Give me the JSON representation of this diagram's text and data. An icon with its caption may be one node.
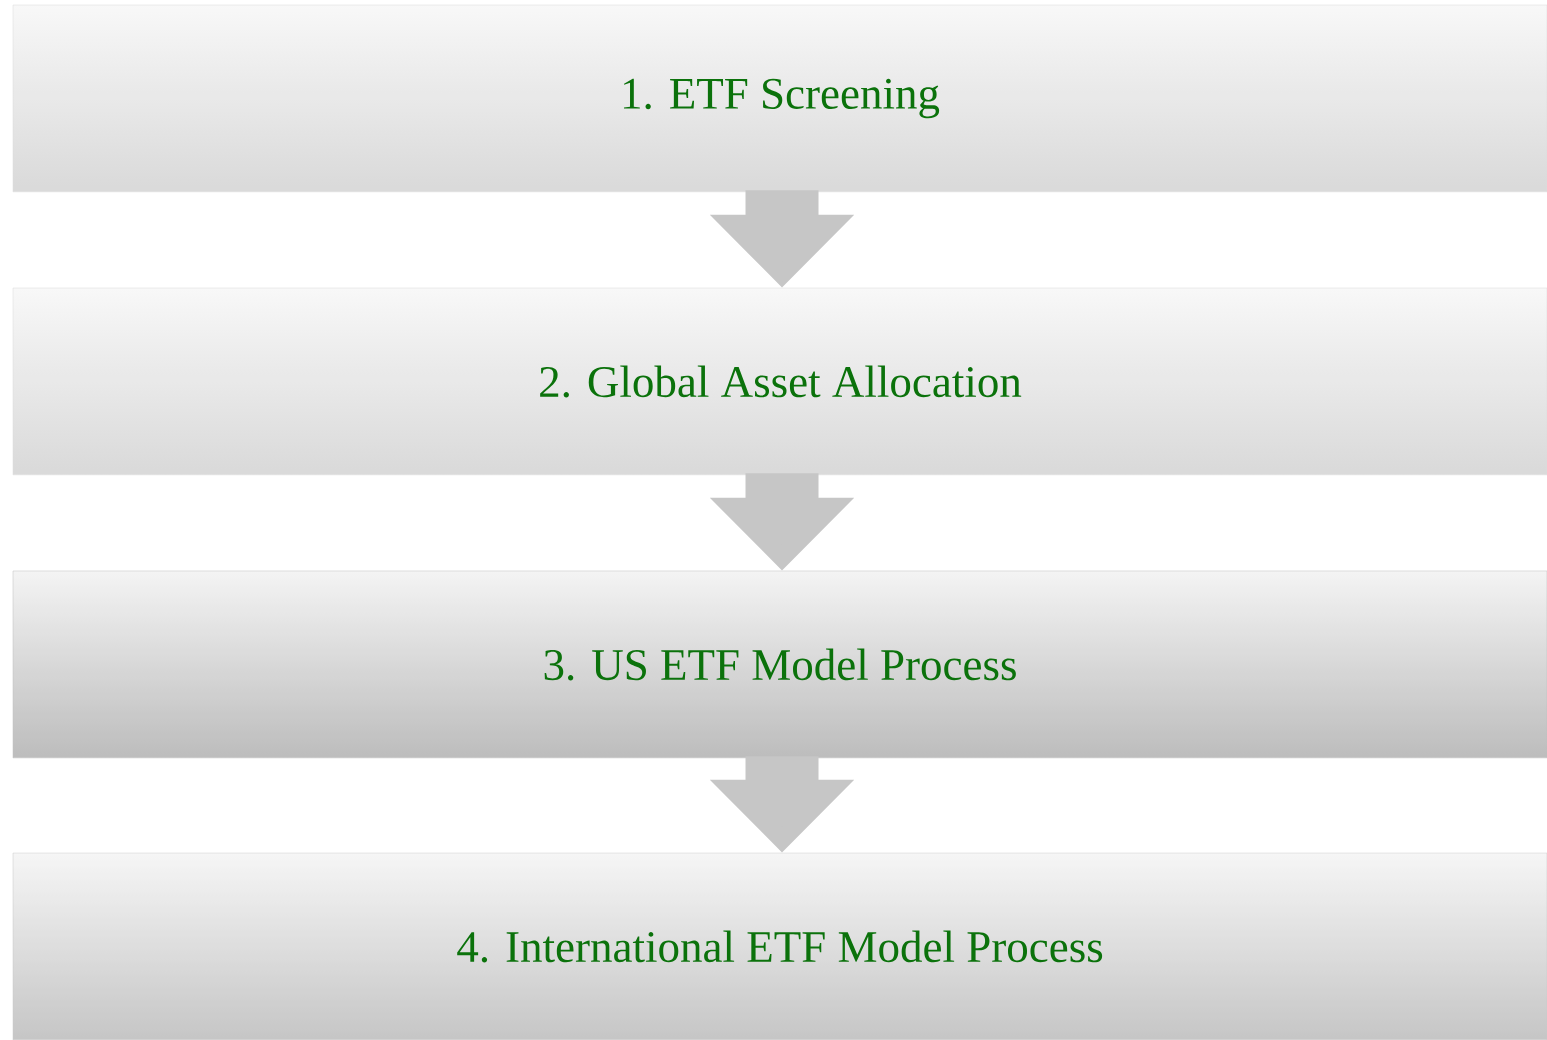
{
  "diagram": {
    "nodes": [
      {
        "text": [
          "1. ETF Screening"
        ]
      },
      {
        "text": [
          "2. Global Asset Allocation"
        ]
      },
      {
        "text": [
          "3. US ETF Model Process"
        ]
      },
      {
        "text": [
          "4. International ETF Model Process"
        ]
      }
    ],
    "edges": [
      {
        "from": 0,
        "to": 1,
        "arrow": "to"
      },
      {
        "from": 1,
        "to": 2,
        "arrow": "to"
      },
      {
        "from": 2,
        "to": 3,
        "arrow": "to"
      }
    ]
  }
}
